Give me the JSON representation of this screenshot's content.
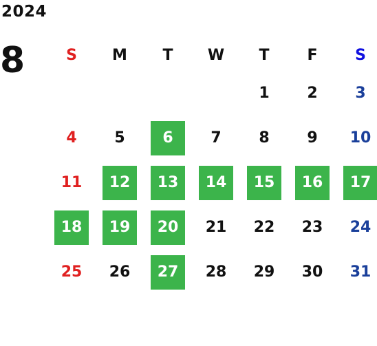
{
  "year": "2024",
  "month": "8",
  "colors": {
    "sunday": "#e02020",
    "saturday": "#1a3f9a",
    "saturday_header": "#1010e0",
    "highlight": "#3cb44b"
  },
  "weekdays": [
    "S",
    "M",
    "T",
    "W",
    "T",
    "F",
    "S"
  ],
  "weeks": [
    [
      {
        "d": "",
        "hl": false
      },
      {
        "d": "",
        "hl": false
      },
      {
        "d": "",
        "hl": false
      },
      {
        "d": "",
        "hl": false
      },
      {
        "d": "1",
        "hl": false
      },
      {
        "d": "2",
        "hl": false
      },
      {
        "d": "3",
        "hl": false
      }
    ],
    [
      {
        "d": "4",
        "hl": false
      },
      {
        "d": "5",
        "hl": false
      },
      {
        "d": "6",
        "hl": true
      },
      {
        "d": "7",
        "hl": false
      },
      {
        "d": "8",
        "hl": false
      },
      {
        "d": "9",
        "hl": false
      },
      {
        "d": "10",
        "hl": false
      }
    ],
    [
      {
        "d": "11",
        "hl": false
      },
      {
        "d": "12",
        "hl": true
      },
      {
        "d": "13",
        "hl": true
      },
      {
        "d": "14",
        "hl": true
      },
      {
        "d": "15",
        "hl": true
      },
      {
        "d": "16",
        "hl": true
      },
      {
        "d": "17",
        "hl": true
      }
    ],
    [
      {
        "d": "18",
        "hl": true
      },
      {
        "d": "19",
        "hl": true
      },
      {
        "d": "20",
        "hl": true
      },
      {
        "d": "21",
        "hl": false
      },
      {
        "d": "22",
        "hl": false
      },
      {
        "d": "23",
        "hl": false
      },
      {
        "d": "24",
        "hl": false
      }
    ],
    [
      {
        "d": "25",
        "hl": false
      },
      {
        "d": "26",
        "hl": false
      },
      {
        "d": "27",
        "hl": true
      },
      {
        "d": "28",
        "hl": false
      },
      {
        "d": "29",
        "hl": false
      },
      {
        "d": "30",
        "hl": false
      },
      {
        "d": "31",
        "hl": false
      }
    ]
  ]
}
